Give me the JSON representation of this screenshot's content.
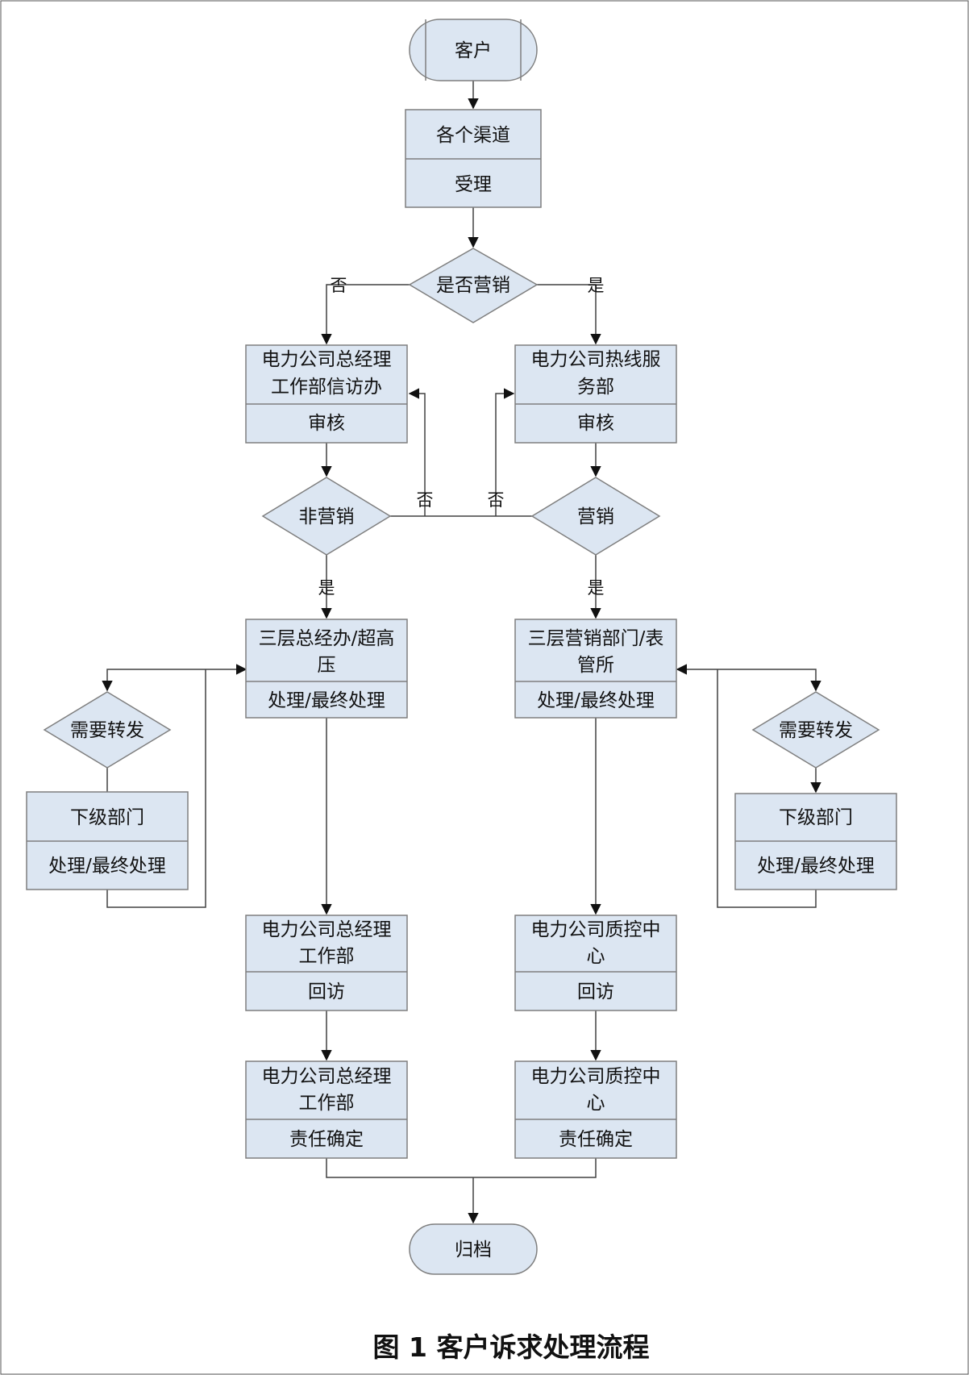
{
  "nodes": {
    "customer": {
      "label": "客户"
    },
    "channels": {
      "top": "各个渠道",
      "bottom": "受理"
    },
    "is_marketing": {
      "label": "是否营销"
    },
    "gm_office": {
      "top": [
        "电力公司总经理",
        "工作部信访办"
      ],
      "bottom": "审核"
    },
    "hotline": {
      "top": [
        "电力公司热线服",
        "务部"
      ],
      "bottom": "审核"
    },
    "non_marketing": {
      "label": "非营销"
    },
    "marketing": {
      "label": "营销"
    },
    "three_left": {
      "top": [
        "三层总经办/超高",
        "压"
      ],
      "bottom": "处理/最终处理"
    },
    "three_right": {
      "top": [
        "三层营销部门/表",
        "管所"
      ],
      "bottom": "处理/最终处理"
    },
    "forward_left": {
      "label": "需要转发"
    },
    "forward_right": {
      "label": "需要转发"
    },
    "sub_left": {
      "top": "下级部门",
      "bottom": "处理/最终处理"
    },
    "sub_right": {
      "top": "下级部门",
      "bottom": "处理/最终处理"
    },
    "revisit_left": {
      "top": [
        "电力公司总经理",
        "工作部"
      ],
      "bottom": "回访"
    },
    "revisit_right": {
      "top": [
        "电力公司质控中",
        "心"
      ],
      "bottom": "回访"
    },
    "resp_left": {
      "top": [
        "电力公司总经理",
        "工作部"
      ],
      "bottom": "责任确定"
    },
    "resp_right": {
      "top": [
        "电力公司质控中",
        "心"
      ],
      "bottom": "责任确定"
    },
    "archive": {
      "label": "归档"
    }
  },
  "edge_labels": {
    "no": "否",
    "yes": "是"
  },
  "caption": "图 1 客户诉求处理流程"
}
